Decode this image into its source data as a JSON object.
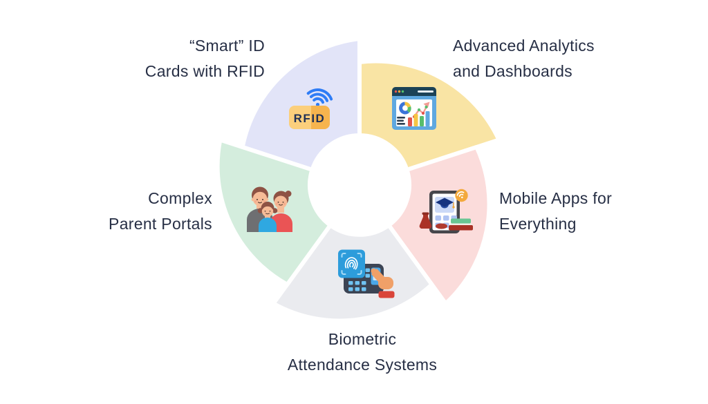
{
  "page": {
    "background": "#FFFFFF"
  },
  "diagram": {
    "text_color": "#272F45",
    "gap_color": "#FFFFFF",
    "segments": [
      {
        "id": "smart-id-cards",
        "label_line1": "“Smart” ID",
        "label_line2": "Cards with RFID",
        "color": "#E2E4F8",
        "icon": "rfid-card-icon",
        "position": "top-left"
      },
      {
        "id": "advanced-analytics",
        "label_line1": "Advanced Analytics",
        "label_line2": "and Dashboards",
        "color": "#F9E4A4",
        "icon": "analytics-dashboard-icon",
        "position": "top-right"
      },
      {
        "id": "mobile-apps",
        "label_line1": "Mobile Apps for",
        "label_line2": "Everything",
        "color": "#FBDCDB",
        "icon": "mobile-app-icon",
        "position": "right"
      },
      {
        "id": "biometric-attendance",
        "label_line1": "Biometric",
        "label_line2": "Attendance Systems",
        "color": "#EAEBEF",
        "icon": "fingerprint-scanner-icon",
        "position": "bottom"
      },
      {
        "id": "parent-portals",
        "label_line1": "Complex",
        "label_line2": "Parent Portals",
        "color": "#D4EDDD",
        "icon": "family-icon",
        "position": "left"
      }
    ],
    "icon_labels": {
      "rfid": "RFID"
    },
    "icon_colors": {
      "rfid_blue": "#2E7CF6",
      "rfid_card_light": "#FBCF7C",
      "rfid_card_dark": "#F6B44E",
      "rfid_text": "#1E2F55",
      "browser_header": "#1C4256",
      "browser_frame": "#5FA8E0",
      "chart_red": "#E0534A",
      "chart_yellow": "#F5C544",
      "chart_green": "#57BE6C",
      "chart_blue": "#3A74D9",
      "tablet_frame": "#46464B",
      "app_tile": "#AFC3F2",
      "cap_navy": "#16337F",
      "badge_orange": "#F3A93C",
      "book_red": "#A93226",
      "book_green": "#69C693",
      "scanner_body": "#3C4454",
      "scanner_blue": "#2D9CDB",
      "button_blue": "#6FC2F2",
      "hand_skin": "#F0A068",
      "sleeve_red": "#D9453A",
      "hair_brown": "#8E5244",
      "skin": "#F6BB97",
      "dad_shirt": "#6E6F72",
      "mom_shirt": "#EA5455",
      "kid_shirt": "#2FA8E1"
    }
  }
}
